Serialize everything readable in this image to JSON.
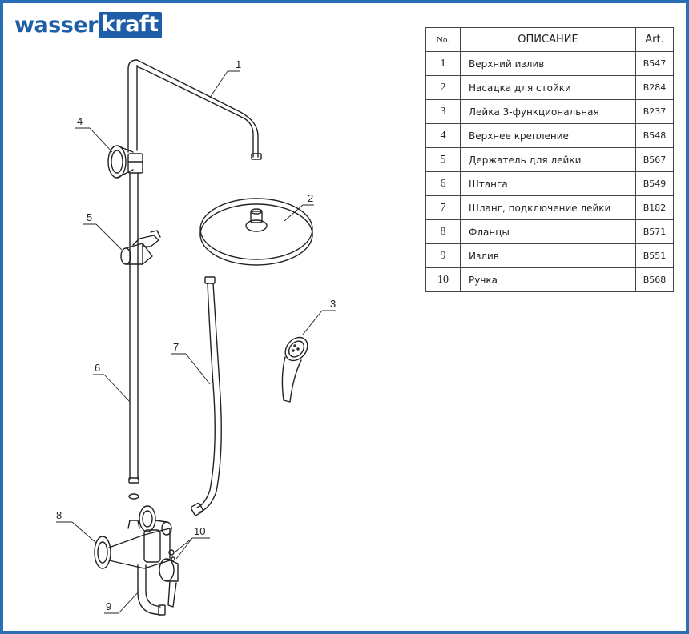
{
  "brand": {
    "part1": "wasser",
    "part2": "kraft"
  },
  "table": {
    "headers": {
      "no": "No.",
      "description": "ОПИСАНИЕ",
      "art": "Art."
    },
    "rows": [
      {
        "no": "1",
        "description": "Верхний излив",
        "art": "B547"
      },
      {
        "no": "2",
        "description": "Насадка для стойки",
        "art": "B284"
      },
      {
        "no": "3",
        "description": "Лейка 3-функциональная",
        "art": "B237"
      },
      {
        "no": "4",
        "description": "Верхнее крепление",
        "art": "B548"
      },
      {
        "no": "5",
        "description": "Держатель для лейки",
        "art": "B567"
      },
      {
        "no": "6",
        "description": "Штанга",
        "art": "B549"
      },
      {
        "no": "7",
        "description": "Шланг, подключение лейки",
        "art": "B182"
      },
      {
        "no": "8",
        "description": "Фланцы",
        "art": "B571"
      },
      {
        "no": "9",
        "description": "Излив",
        "art": "B551"
      },
      {
        "no": "10",
        "description": "Ручка",
        "art": "B568"
      }
    ]
  },
  "callouts": [
    "1",
    "2",
    "3",
    "4",
    "5",
    "6",
    "7",
    "8",
    "9",
    "10"
  ],
  "colors": {
    "frame": "#2a6fb5",
    "brand": "#1e5ea8",
    "lines": "#222222"
  }
}
